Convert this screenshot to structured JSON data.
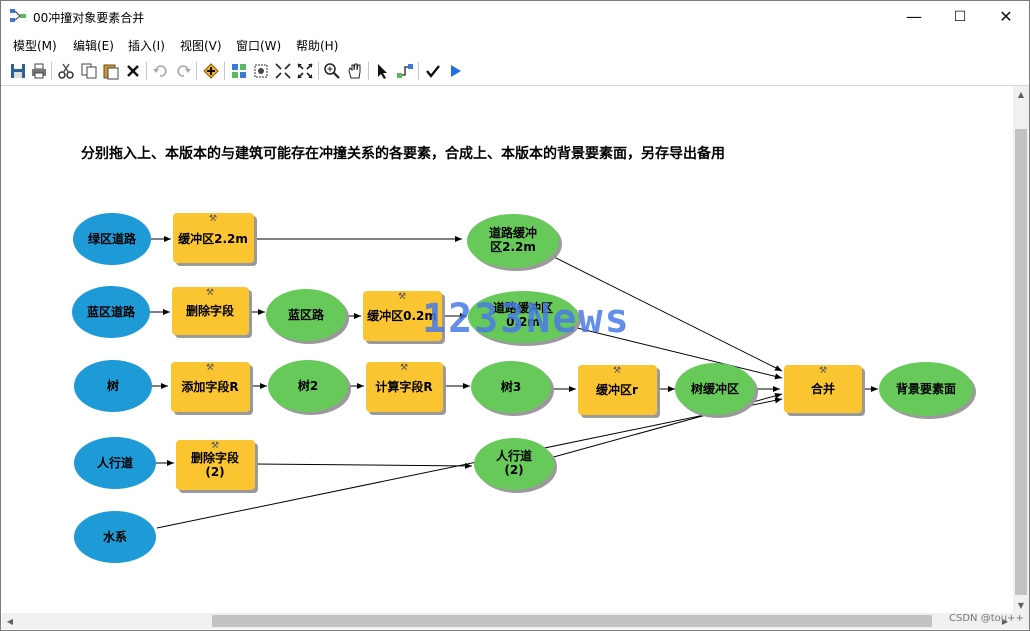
{
  "window": {
    "title": "00冲撞对象要素合并",
    "controls": {
      "minimize": "—",
      "maximize": "☐",
      "close": "✕"
    }
  },
  "menu": [
    "模型(M)",
    "编辑(E)",
    "插入(I)",
    "视图(V)",
    "窗口(W)",
    "帮助(H)"
  ],
  "toolbar": {
    "icons": [
      "save-icon",
      "print-icon",
      "cut-icon",
      "copy-icon",
      "paste-icon",
      "delete-icon",
      "undo-icon",
      "redo-icon",
      "add-data-icon",
      "auto-layout-icon",
      "full-extent-icon",
      "zoom-fit-icon",
      "zoom-full-icon",
      "zoom-in-icon",
      "pan-icon",
      "select-icon",
      "connect-icon",
      "validate-icon",
      "run-icon"
    ]
  },
  "diagram": {
    "caption": "分别拖入上、本版本的与建筑可能存在冲撞关系的各要素，合成上、本版本的背景要素面，另存导出备用",
    "colors": {
      "input": "#1e9ad6",
      "tool": "#fbc531",
      "output": "#66c95a"
    },
    "nodes": {
      "green_road": "绿区道路",
      "buffer_22": "缓冲区2.2m",
      "road_buffer_l1": "道路缓冲",
      "road_buffer_l2": "区2.2m",
      "blue_road": "蓝区道路",
      "delete_field": "删除字段",
      "blue_road_out": "蓝区路",
      "buffer_02": "缓冲区0.2m",
      "road_buffer02_l1": "道路缓冲区",
      "road_buffer02_l2": "0.2m",
      "tree": "树",
      "add_field_r": "添加字段R",
      "tree2": "树2",
      "calc_field_r": "计算字段R",
      "tree3": "树3",
      "buffer_r": "缓冲区r",
      "tree_buffer": "树缓冲区",
      "merge": "合并",
      "background": "背景要素面",
      "sidewalk": "人行道",
      "delete_field2_l1": "删除字段",
      "delete_field2_l2": "(2)",
      "sidewalk2_l1": "人行道",
      "sidewalk2_l2": "(2)",
      "water": "水系"
    }
  },
  "watermark": "1233News",
  "credit": "CSDN @tou++"
}
